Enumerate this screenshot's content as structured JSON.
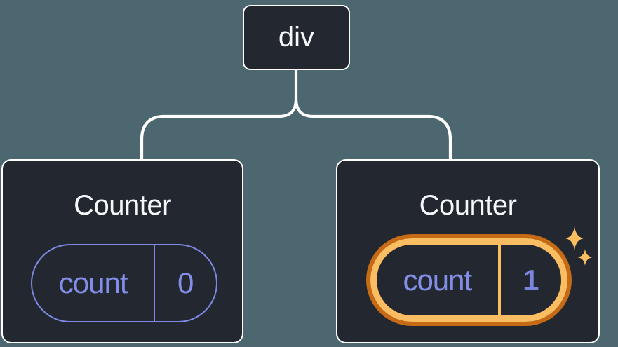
{
  "colors": {
    "background": "#4C676F",
    "node_fill": "#23272F",
    "node_border": "#FFFFFF",
    "connector": "#FFFFFF",
    "title_text": "#F6F7F9",
    "pill_border": "#7E89E6",
    "pill_text": "#838EE8",
    "value_text": "#7A84DE",
    "highlight_inner": "#FABD62",
    "highlight_outer": "#C76A15"
  },
  "tree": {
    "root": {
      "label": "div"
    },
    "children": [
      {
        "title": "Counter",
        "state_key": "count",
        "state_value": "0",
        "highlighted": false
      },
      {
        "title": "Counter",
        "state_key": "count",
        "state_value": "1",
        "highlighted": true,
        "badge_icon": "sparkles-icon"
      }
    ]
  }
}
